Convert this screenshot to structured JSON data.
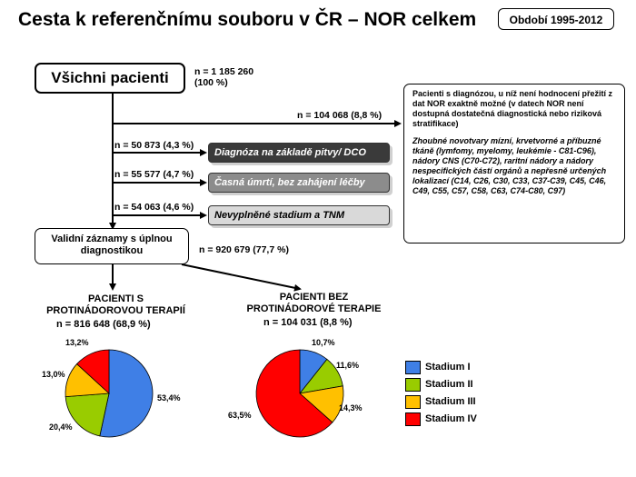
{
  "title": "Cesta k referenčnímu souboru v ČR – NOR celkem",
  "period": "Období 1995-2012",
  "all_patients": {
    "label": "Všichni pacienti",
    "n_line1": "n = 1 185 260",
    "n_line2": "(100 %)"
  },
  "excluded": {
    "n": "n = 104 068 (8,8 %)",
    "note_para1": "Pacienti s diagnózou, u níž není hodnocení přežití z dat NOR exaktně možné (v datech NOR není dostupná dostatečná diagnostická nebo riziková stratifikace)",
    "note_para2": "Zhoubné novotvary mízní, krvetvorné a příbuzné tkáně (lymfomy, myelomy, leukémie - C81-C96), nádory CNS (C70-C72), raritní nádory a nádory nespecifických částí orgánů a nepřesně určených lokalizací (C14, C26, C30, C33, C37-C39, C45, C46, C49, C55, C57, C58, C63, C74-C80, C97)"
  },
  "branches": [
    {
      "n": "n = 50 873 (4,3 %)",
      "label": "Diagnóza na základě pitvy/ DCO"
    },
    {
      "n": "n = 55 577 (4,7 %)",
      "label": "Časná úmrtí, bez zahájení léčby"
    },
    {
      "n": "n = 54 063 (4,6 %)",
      "label": "Nevyplněné stadium a TNM"
    }
  ],
  "valid": {
    "label_line1": "Validní záznamy s úplnou",
    "label_line2": "diagnostikou",
    "n": "n = 920 679 (77,7 %)"
  },
  "groups": [
    {
      "title_line1": "PACIENTI S",
      "title_line2": "PROTINÁDOROVOU TERAPIÍ",
      "n": "n = 816 648 (68,9 %)"
    },
    {
      "title_line1": "PACIENTI BEZ",
      "title_line2": "PROTINÁDOROVÉ TERAPIE",
      "n": "n = 104 031 (8,8 %)"
    }
  ],
  "legend": [
    {
      "label": "Stadium I",
      "color": "#3f7fe6"
    },
    {
      "label": "Stadium II",
      "color": "#99cc00"
    },
    {
      "label": "Stadium III",
      "color": "#ffc000"
    },
    {
      "label": "Stadium IV",
      "color": "#ff0000"
    }
  ],
  "chart_data": [
    {
      "type": "pie",
      "categories": [
        "Stadium I",
        "Stadium II",
        "Stadium III",
        "Stadium IV"
      ],
      "values": [
        53.4,
        20.4,
        13.0,
        13.2
      ],
      "labels": [
        "53,4%",
        "20,4%",
        "13,0%",
        "13,2%"
      ]
    },
    {
      "type": "pie",
      "categories": [
        "Stadium I",
        "Stadium II",
        "Stadium III",
        "Stadium IV"
      ],
      "values": [
        10.7,
        11.6,
        14.3,
        63.5
      ],
      "labels": [
        "10,7%",
        "11,6%",
        "14,3%",
        "63,5%"
      ]
    }
  ]
}
